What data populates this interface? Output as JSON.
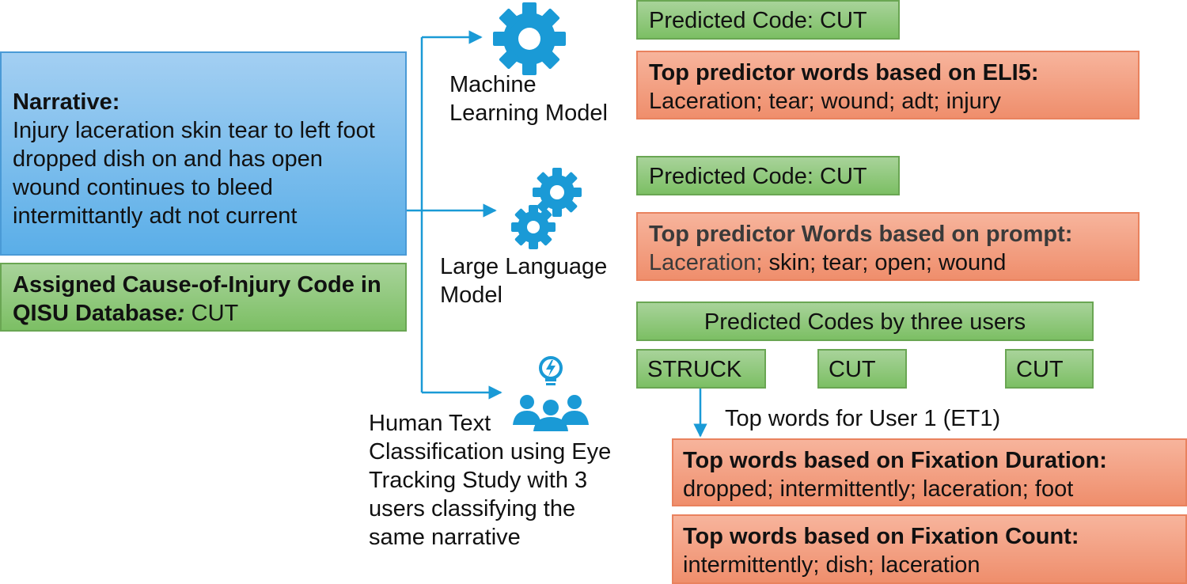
{
  "narrative": {
    "heading": "Narrative:",
    "text": "Injury laceration skin tear to left foot dropped dish on and has open wound continues to bleed intermittantly adt not current"
  },
  "assigned_code": {
    "label": "Assigned Cause-of-Injury Code in QISU Database",
    "separator": ":",
    "value": " CUT"
  },
  "ml_model": {
    "label": "Machine\nLearning Model",
    "icon": "gear-icon",
    "predicted": "Predicted Code: CUT",
    "top_heading": "Top predictor words based on ELI5:",
    "top_words": "Laceration; tear; wound; adt; injury"
  },
  "llm": {
    "label": "Large Language\nModel",
    "icon": "gears-icon",
    "predicted": "Predicted Code: CUT",
    "top_heading": "Top predictor Words based on prompt:",
    "top_words_first": "Laceration;",
    "top_words_rest": " skin; tear; open; wound"
  },
  "human": {
    "label": "Human Text\nClassification using Eye\nTracking Study with 3\nusers classifying the\nsame narrative",
    "icon": "users-lightbulb-icon",
    "predicted_header": "Predicted Codes by three users",
    "user_codes": [
      "STRUCK",
      "CUT",
      "CUT"
    ],
    "user1_caption": "Top words for User 1 (ET1)",
    "fixation_duration_heading": "Top words based on Fixation Duration:",
    "fixation_duration_words": "dropped; intermittently; laceration; foot",
    "fixation_count_heading": "Top words based on Fixation Count:",
    "fixation_count_words": "intermittently; dish; laceration"
  },
  "colors": {
    "blue": "#5aaee8",
    "green": "#7cbf64",
    "salmon": "#ef8e6c",
    "connector": "#1a9ad6",
    "icon": "#1a9ad6"
  }
}
